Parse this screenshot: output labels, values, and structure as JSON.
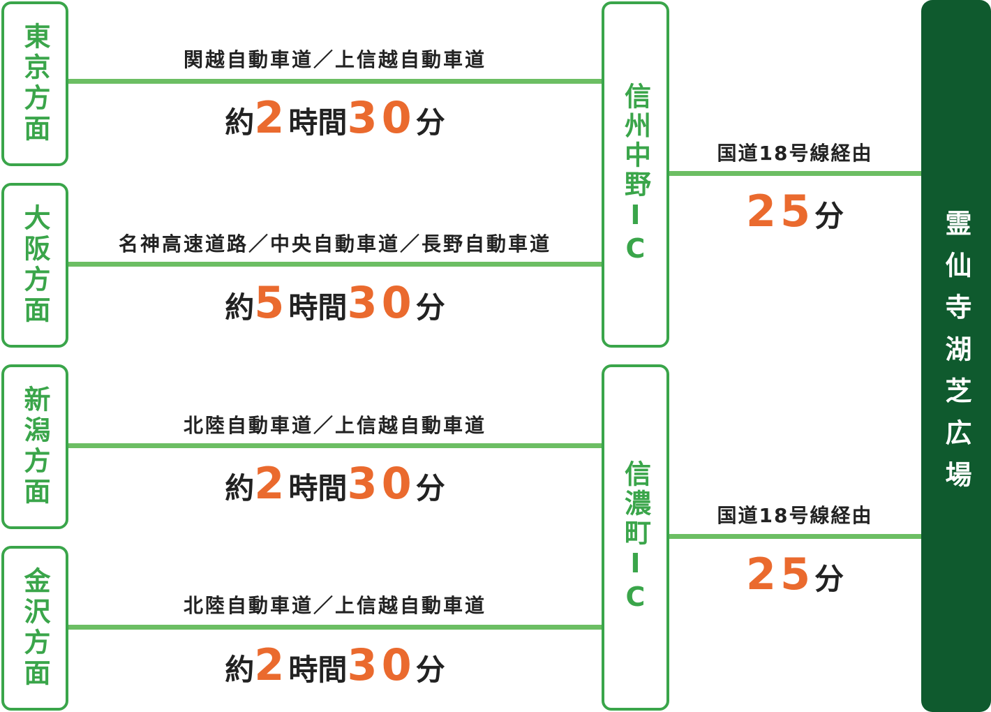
{
  "origins": [
    {
      "label": "東京方面"
    },
    {
      "label": "大阪方面"
    },
    {
      "label": "新潟方面"
    },
    {
      "label": "金沢方面"
    }
  ],
  "routes": [
    {
      "road": "関越自動車道／上信越自動車道",
      "prefix": "約",
      "hours": "2",
      "hours_unit": "時間",
      "minutes": "30",
      "minutes_unit": "分"
    },
    {
      "road": "名神高速道路／中央自動車道／長野自動車道",
      "prefix": "約",
      "hours": "5",
      "hours_unit": "時間",
      "minutes": "30",
      "minutes_unit": "分"
    },
    {
      "road": "北陸自動車道／上信越自動車道",
      "prefix": "約",
      "hours": "2",
      "hours_unit": "時間",
      "minutes": "30",
      "minutes_unit": "分"
    },
    {
      "road": "北陸自動車道／上信越自動車道",
      "prefix": "約",
      "hours": "2",
      "hours_unit": "時間",
      "minutes": "30",
      "minutes_unit": "分"
    }
  ],
  "interchanges": [
    {
      "label": "信州中野IC"
    },
    {
      "label": "信濃町IC"
    }
  ],
  "final_routes": [
    {
      "road": "国道18号線経由",
      "minutes": "25",
      "minutes_unit": "分"
    },
    {
      "road": "国道18号線経由",
      "minutes": "25",
      "minutes_unit": "分"
    }
  ],
  "destination": {
    "label": "霊仙寺湖芝広場"
  },
  "colors": {
    "green": "#3aa54a",
    "line_green": "#6cbe63",
    "dark_green": "#0f5a2e",
    "orange": "#ea6a2e"
  }
}
